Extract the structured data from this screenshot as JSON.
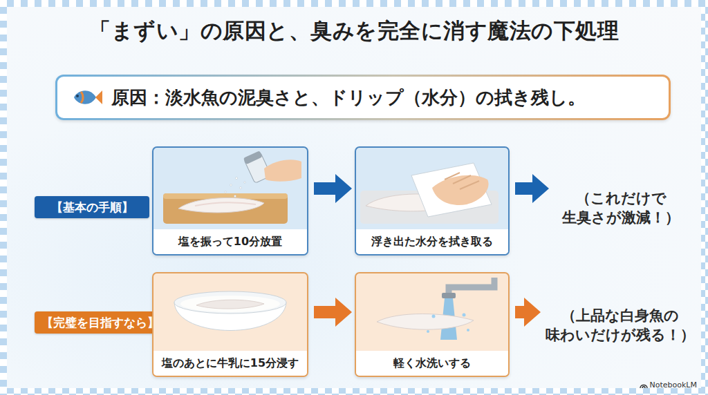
{
  "diagram": {
    "title": "「まずい」の原因と、臭みを完全に消す魔法の下処理",
    "nodes": [
      {
        "text": [
          "原因：淡水魚の泥臭さと、ドリップ（水分）の拭き残し。"
        ]
      },
      {
        "text": [
          "【基本の手順】"
        ]
      },
      {
        "text": [
          "塩を振って10分放置"
        ]
      },
      {
        "text": [
          "浮き出た水分を拭き取る"
        ]
      },
      {
        "text": [
          "（これだけで 生臭さが激減！）"
        ]
      },
      {
        "text": [
          "【完璧を目指すなら】"
        ]
      },
      {
        "text": [
          "塩のあとに牛乳に15分浸す"
        ]
      },
      {
        "text": [
          "軽く水洗いする"
        ]
      },
      {
        "text": [
          "（上品な白身魚の 味わいだけが残る！）"
        ]
      }
    ],
    "edges": [
      {
        "from": 2,
        "to": 3,
        "arrow": "to"
      },
      {
        "from": 3,
        "to": 4,
        "arrow": "to"
      },
      {
        "from": 6,
        "to": 7,
        "arrow": "to"
      },
      {
        "from": 7,
        "to": 8,
        "arrow": "to"
      }
    ],
    "labels": [
      "NotebookLM"
    ]
  }
}
